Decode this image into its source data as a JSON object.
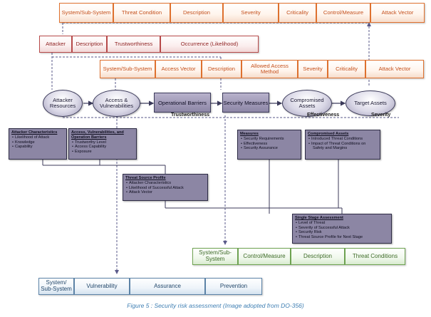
{
  "top_orange_row": [
    "System/Sub-System",
    "Threat Condition",
    "Description",
    "Severity",
    "Criticality",
    "Control/Measure",
    "Attack Vector"
  ],
  "red_row": [
    "Attacker",
    "Description",
    "Trustworthiness",
    "Occurrence (Likelihood)"
  ],
  "mid_orange_row": [
    "System/Sub-System",
    "Access Vector",
    "Description",
    "Allowed Access Method",
    "Severity",
    "Criticality",
    "Attack Vector"
  ],
  "flow": {
    "attacker_resources": "Attacker Resources",
    "access_vulnerabilities": "Access & Vulnerabilities",
    "operational_barriers": "Operational Barriers",
    "security_measures": "Security Measures",
    "compromised_assets": "Compromised Assets",
    "target_assets": "Target Assets"
  },
  "flow_labels": {
    "trustworthiness": "Trustworthiness",
    "effectiveness": "Effectiveness",
    "severity": "Severity"
  },
  "panels": {
    "attacker_characteristics": {
      "title": "Attacker Characteristics",
      "items": [
        "Likelihood of Attack",
        "Knowledge",
        "Capability"
      ]
    },
    "access_vulnerabilities": {
      "title": "Access, Vulnerabilities, and Operation Barriers",
      "items": [
        "Trustworthy Level",
        "Access Capability",
        "Exposure"
      ]
    },
    "measures": {
      "title": "Measures",
      "items": [
        "Security Requirements",
        "Effectiveness",
        "Security Assurance"
      ]
    },
    "compromised_assets": {
      "title": "Compromised Assets",
      "items": [
        "Introduced Threat Conditions",
        "Impact of Threat Conditions on Safety and Margins"
      ]
    },
    "threat_source_profile": {
      "title": "Threat Source Profile",
      "items": [
        "Attacker Characteristics",
        "Likelihood of Successful Attack",
        "Attack Vector"
      ]
    },
    "single_stage_assessment": {
      "title": "Single Stage Assessment",
      "items": [
        "Level of Threat",
        "Severity of Successful Attack",
        "Security Risk",
        "Threat Source Profile for Next Stage"
      ]
    }
  },
  "green_row": [
    "System/Sub-System",
    "Control/Measure",
    "Description",
    "Threat Conditions"
  ],
  "blue_row": [
    "System/ Sub-System",
    "Vulnerability",
    "Assurance",
    "Prevention"
  ],
  "caption": "Figure 5 : Security risk assessment (Image adopted from DO-356)"
}
